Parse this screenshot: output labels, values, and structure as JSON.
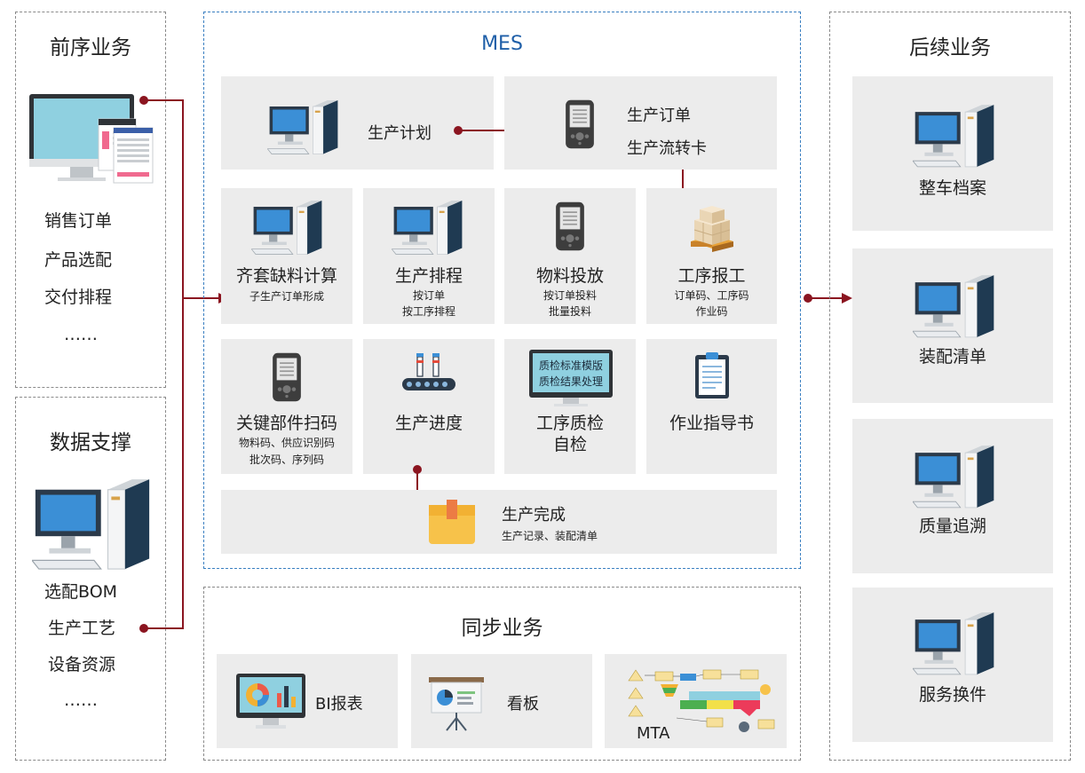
{
  "left_top": {
    "title": "前序业务",
    "items": [
      "销售订单",
      "产品选配",
      "交付排程",
      "……"
    ]
  },
  "left_bottom": {
    "title": "数据支撑",
    "items": [
      "选配BOM",
      "生产工艺",
      "设备资源",
      "……"
    ]
  },
  "mes": {
    "title": "MES",
    "plan": "生产计划",
    "order_line1": "生产订单",
    "order_line2": "生产流转卡",
    "row1": [
      {
        "title": "齐套缺料计算",
        "sub1": "子生产订单形成",
        "sub2": ""
      },
      {
        "title": "生产排程",
        "sub1": "按订单",
        "sub2": "按工序排程"
      },
      {
        "title": "物料投放",
        "sub1": "按订单投料",
        "sub2": "批量投料"
      },
      {
        "title": "工序报工",
        "sub1": "订单码、工序码",
        "sub2": "作业码"
      }
    ],
    "row2": [
      {
        "title": "关键部件扫码",
        "sub1": "物料码、供应识别码",
        "sub2": "批次码、序列码"
      },
      {
        "title": "生产进度",
        "sub1": "",
        "sub2": ""
      },
      {
        "title": "工序质检",
        "title2": "自检",
        "screen1": "质检标准模版",
        "screen2": "质检结果处理"
      },
      {
        "title": "作业指导书",
        "sub1": "",
        "sub2": ""
      }
    ],
    "complete_title": "生产完成",
    "complete_sub": "生产记录、装配清单"
  },
  "sync": {
    "title": "同步业务",
    "bi": "BI报表",
    "board": "看板",
    "mta": "MTA"
  },
  "right": {
    "title": "后续业务",
    "items": [
      "整车档案",
      "装配清单",
      "质量追溯",
      "服务换件"
    ]
  },
  "colors": {
    "accent_line": "#8b1520",
    "mes_border": "#3a7fc1",
    "tile_bg": "#ececec"
  }
}
